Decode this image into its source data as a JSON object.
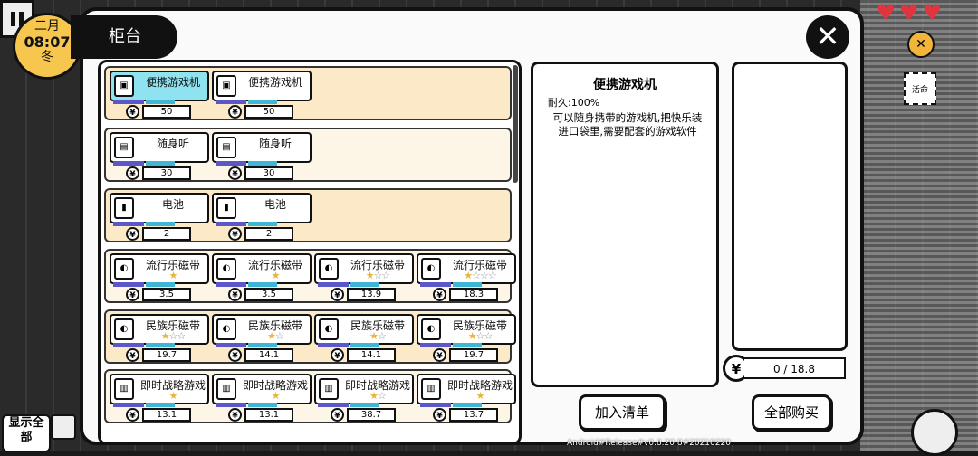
{
  "hud": {
    "month": "二月",
    "time": "08:07",
    "season": "冬",
    "hearts": [
      "♥",
      "♥",
      "♥"
    ],
    "side_tag": "活命"
  },
  "panel": {
    "title": "柜台",
    "close": "✕"
  },
  "currency_symbol": "¥",
  "shop_rows": [
    {
      "items": [
        {
          "name": "便携游戏机",
          "icon": "▣",
          "price": "50",
          "stars": 0,
          "max": 0,
          "selected": true
        },
        {
          "name": "便携游戏机",
          "icon": "▣",
          "price": "50",
          "stars": 0,
          "max": 0,
          "selected": false
        }
      ]
    },
    {
      "items": [
        {
          "name": "随身听",
          "icon": "▤",
          "price": "30",
          "stars": 0,
          "max": 0,
          "selected": false
        },
        {
          "name": "随身听",
          "icon": "▤",
          "price": "30",
          "stars": 0,
          "max": 0,
          "selected": false
        }
      ]
    },
    {
      "items": [
        {
          "name": "电池",
          "icon": "▮",
          "price": "2",
          "stars": 0,
          "max": 0,
          "selected": false
        },
        {
          "name": "电池",
          "icon": "▮",
          "price": "2",
          "stars": 0,
          "max": 0,
          "selected": false
        }
      ]
    },
    {
      "items": [
        {
          "name": "流行乐磁带",
          "icon": "◐",
          "price": "3.5",
          "stars": 1,
          "max": 1,
          "selected": false
        },
        {
          "name": "流行乐磁带",
          "icon": "◐",
          "price": "3.5",
          "stars": 1,
          "max": 1,
          "selected": false
        },
        {
          "name": "流行乐磁带",
          "icon": "◐",
          "price": "13.9",
          "stars": 1,
          "max": 3,
          "selected": false
        },
        {
          "name": "流行乐磁带",
          "icon": "◐",
          "price": "18.3",
          "stars": 1,
          "max": 4,
          "selected": false
        }
      ]
    },
    {
      "items": [
        {
          "name": "民族乐磁带",
          "icon": "◐",
          "price": "19.7",
          "stars": 1,
          "max": 3,
          "selected": false
        },
        {
          "name": "民族乐磁带",
          "icon": "◐",
          "price": "14.1",
          "stars": 1,
          "max": 2,
          "selected": false
        },
        {
          "name": "民族乐磁带",
          "icon": "◐",
          "price": "14.1",
          "stars": 1,
          "max": 2,
          "selected": false
        },
        {
          "name": "民族乐磁带",
          "icon": "◐",
          "price": "19.7",
          "stars": 1,
          "max": 3,
          "selected": false
        }
      ]
    },
    {
      "items": [
        {
          "name": "即时战略游戏",
          "icon": "▥",
          "price": "13.1",
          "stars": 1,
          "max": 1,
          "selected": false
        },
        {
          "name": "即时战略游戏",
          "icon": "▥",
          "price": "13.1",
          "stars": 1,
          "max": 1,
          "selected": false
        },
        {
          "name": "即时战略游戏",
          "icon": "▥",
          "price": "38.7",
          "stars": 1,
          "max": 2,
          "selected": false
        },
        {
          "name": "即时战略游戏",
          "icon": "▥",
          "price": "13.7",
          "stars": 1,
          "max": 1,
          "selected": false
        }
      ]
    }
  ],
  "detail": {
    "title": "便携游戏机",
    "durability": "耐久:100%",
    "description": "可以随身携带的游戏机,把快乐装进口袋里,需要配套的游戏软件"
  },
  "total": "0 / 18.8",
  "buttons": {
    "add_to_list": "加入清单",
    "buy_all": "全部购买",
    "show_all": "显示全部"
  },
  "version": "Android#Release#v0.8.20.8#20210220"
}
